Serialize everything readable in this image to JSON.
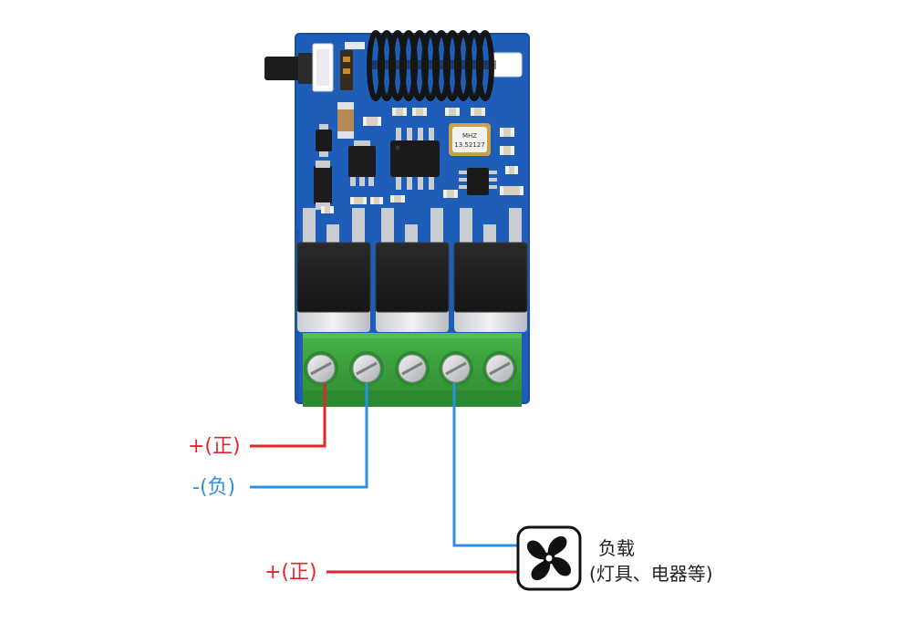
{
  "labels": {
    "positive_top": "+(正)",
    "negative": "-(负)",
    "positive_bottom": "+(正)",
    "load_title": "负载",
    "load_desc": "(灯具、电器等)",
    "crystal_line1": "MHZ",
    "crystal_line2": "13.52127"
  },
  "icons": {
    "load": "fan-icon"
  },
  "colors": {
    "board": "#1f5eb8",
    "board_dark": "#194f9c",
    "terminal": "#3aa23c",
    "terminal_dark": "#2e8a31",
    "wire_positive": "#e0262b",
    "wire_negative": "#2f8de4",
    "label_positive": "#e0262b",
    "label_negative": "#2f8de4",
    "text_dark": "#222222"
  }
}
